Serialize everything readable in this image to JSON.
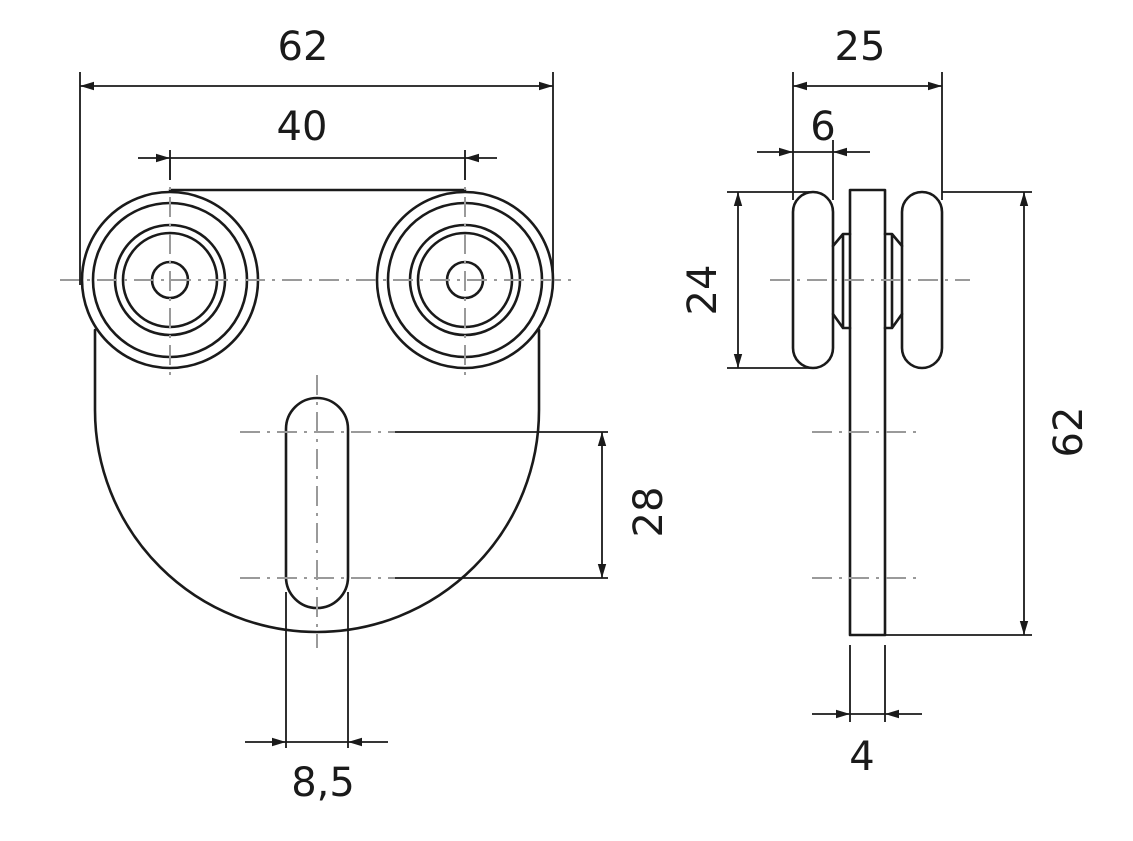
{
  "dimensions": {
    "front_overall_width": "62",
    "wheel_spacing": "40",
    "slot_length": "28",
    "slot_width": "8,5",
    "side_overall_depth": "25",
    "wheel_thickness": "6",
    "wheel_diameter": "24",
    "side_overall_height": "62",
    "plate_thickness": "4"
  },
  "colors": {
    "line": "#1a1a1a",
    "centerline": "#9a9a9a",
    "background": "#ffffff"
  }
}
